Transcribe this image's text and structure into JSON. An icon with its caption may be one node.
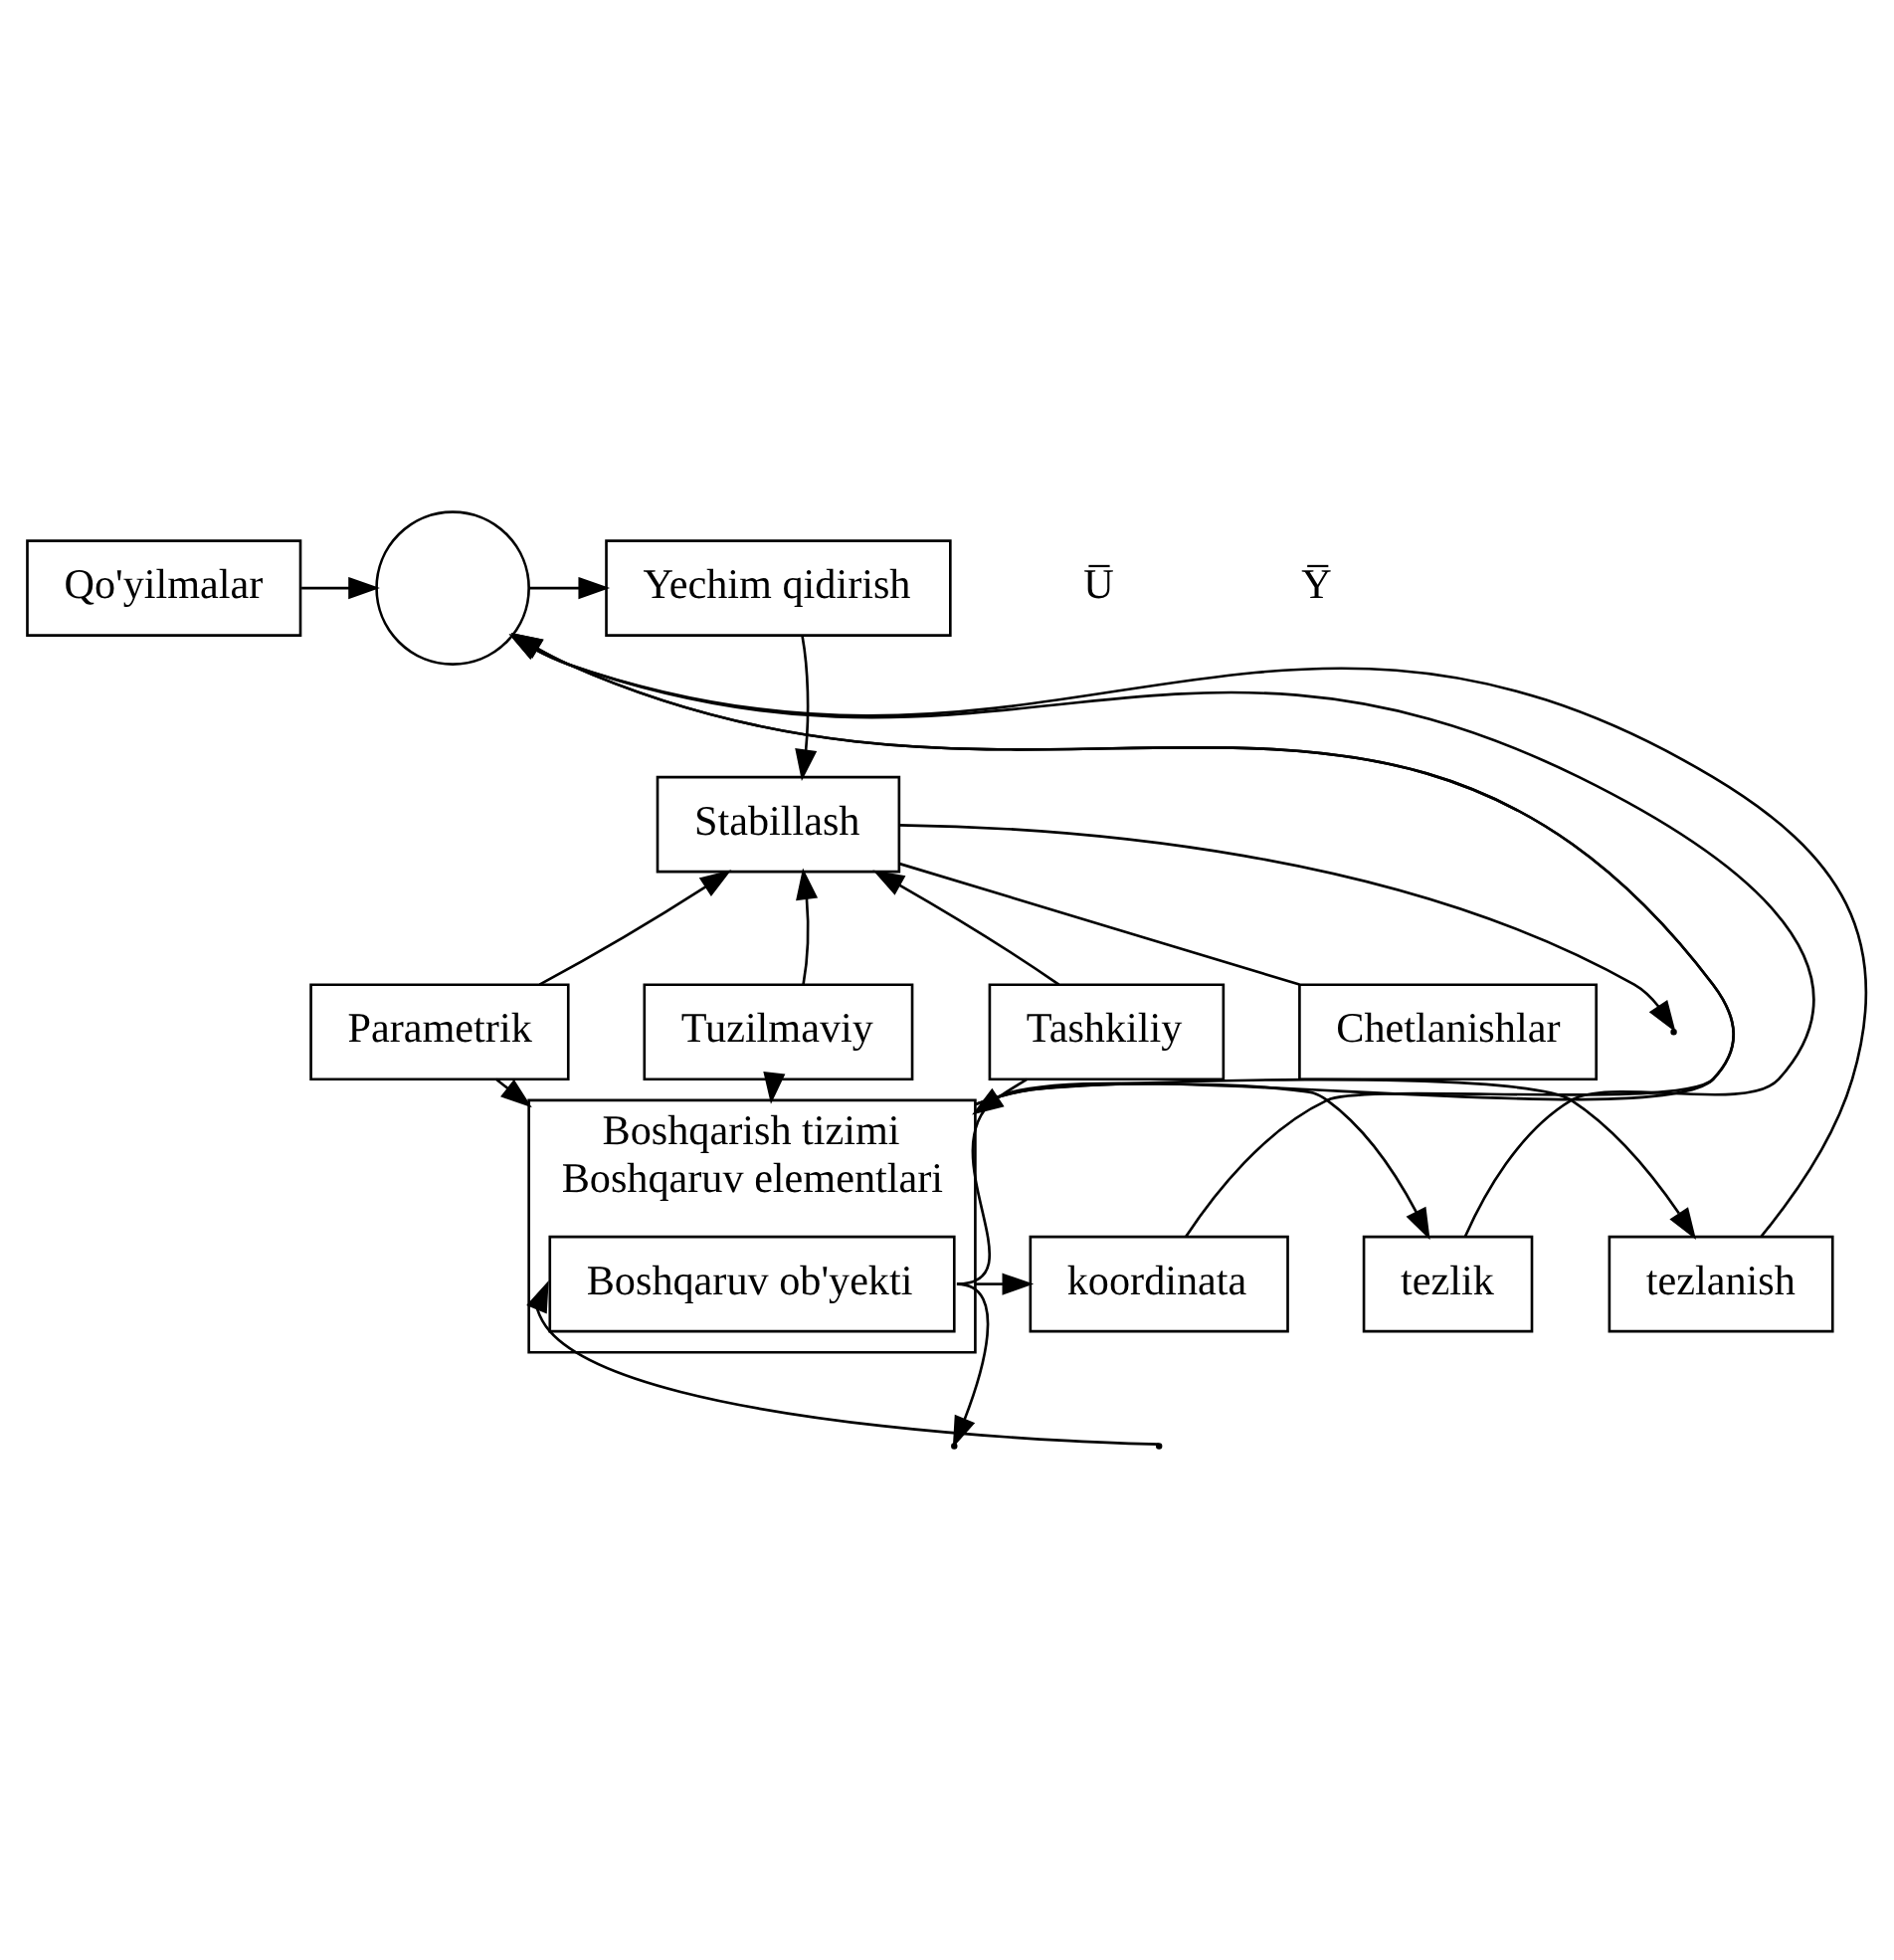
{
  "diagram": {
    "nodes": [
      {
        "text": [
          "Yechim qidirish"
        ]
      },
      {
        "text": [
          "Qo'yilmalar"
        ]
      },
      {
        "text": [],
        "shape": "circle"
      },
      {
        "text": [
          "Stabillash"
        ]
      },
      {
        "text": [
          "Parametrik"
        ]
      },
      {
        "text": [
          "Tuzilmaviy"
        ]
      },
      {
        "text": [
          "Tashkiliy"
        ]
      },
      {
        "text": [
          "Chetlanishlar"
        ]
      },
      {
        "text": [
          "koordinata"
        ]
      },
      {
        "text": [
          "tezlik"
        ]
      },
      {
        "text": [
          "tezlanish"
        ]
      },
      {
        "text": [
          "Boshqarish tizimi",
          "Boshqaruv elementlari"
        ]
      },
      {
        "text": [
          "Boshqaruv ob'yekti"
        ],
        "in": 11
      }
    ],
    "edges": [
      {
        "from": 1,
        "to": 2,
        "arrow": "to"
      },
      {
        "from": 2,
        "to": 0,
        "arrow": "to"
      },
      {
        "from": 0,
        "to": 3,
        "arrow": "to"
      },
      {
        "from": 4,
        "to": 3,
        "arrow": "to"
      },
      {
        "from": 5,
        "to": 3,
        "arrow": "to"
      },
      {
        "from": 6,
        "to": 3,
        "arrow": "to"
      },
      {
        "from": 3,
        "to": null,
        "arrow": "to"
      },
      {
        "from": 3,
        "to": 7,
        "arrow": "none"
      },
      {
        "from": 4,
        "to": 11,
        "arrow": "to"
      },
      {
        "from": 5,
        "to": 11,
        "arrow": "to"
      },
      {
        "from": 6,
        "to": 11,
        "arrow": "to"
      },
      {
        "from": 11,
        "to": 8,
        "arrow": "to"
      },
      {
        "from": 11,
        "to": 9,
        "arrow": "to"
      },
      {
        "from": 11,
        "to": 10,
        "arrow": "to"
      },
      {
        "from": null,
        "to": 12,
        "arrow": "to"
      },
      {
        "from": 12,
        "to": null,
        "arrow": "to"
      },
      {
        "from": 12,
        "to": 2,
        "arrow": "to"
      },
      {
        "from": 8,
        "to": 2,
        "arrow": "to"
      },
      {
        "from": 9,
        "to": 2,
        "arrow": "to"
      },
      {
        "from": 10,
        "to": 2,
        "arrow": "to"
      }
    ],
    "labels": [
      "U̅",
      "Y̅"
    ]
  }
}
